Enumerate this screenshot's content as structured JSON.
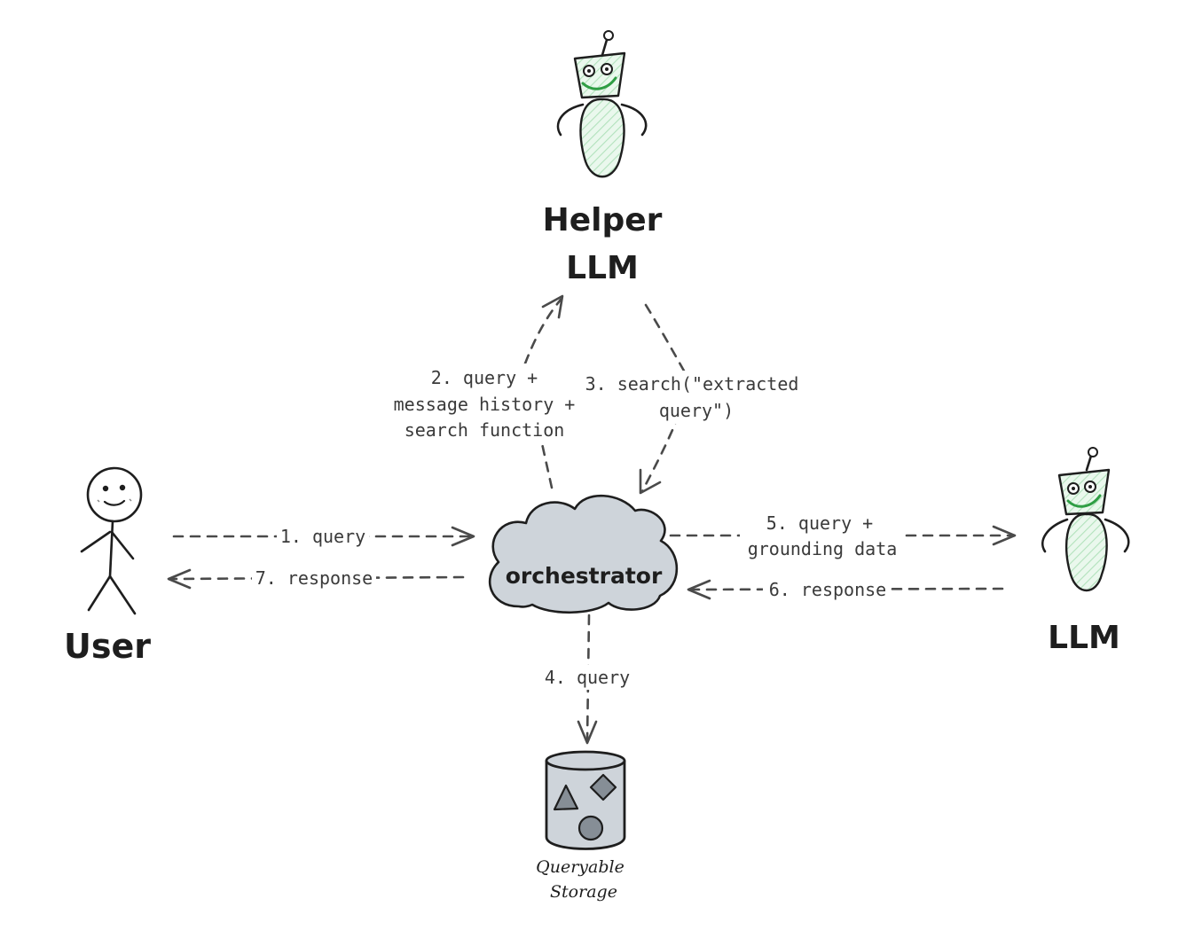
{
  "nodes": {
    "helper_llm": {
      "line1": "Helper",
      "line2": "LLM"
    },
    "user": {
      "label": "User"
    },
    "orchestrator": {
      "label": "orchestrator"
    },
    "llm": {
      "label": "LLM"
    },
    "storage": {
      "line1": "Queryable",
      "line2": "Storage"
    }
  },
  "edges": {
    "e1": {
      "label": "1. query"
    },
    "e2": {
      "line1": "2. query +",
      "line2": "message history +",
      "line3": "search function"
    },
    "e3": {
      "line1": "3. search(\"extracted",
      "line2": "query\")"
    },
    "e4": {
      "label": "4. query"
    },
    "e5": {
      "line1": "5. query +",
      "line2": "grounding data"
    },
    "e6": {
      "label": "6. response"
    },
    "e7": {
      "label": "7. response"
    }
  },
  "colors": {
    "ink": "#1e1e1e",
    "edge": "#4a4a4a",
    "robot_fill": "#d3f0d8",
    "robot_accent": "#2f9e44",
    "cloud_fill": "#ced4da",
    "storage_fill": "#ced4da",
    "shape_fill": "#868e96"
  },
  "icons": {
    "helper": "robot-icon",
    "llm": "robot-icon",
    "user": "stick-figure-icon",
    "orchestrator": "cloud-icon",
    "storage": "database-cylinder-icon"
  }
}
